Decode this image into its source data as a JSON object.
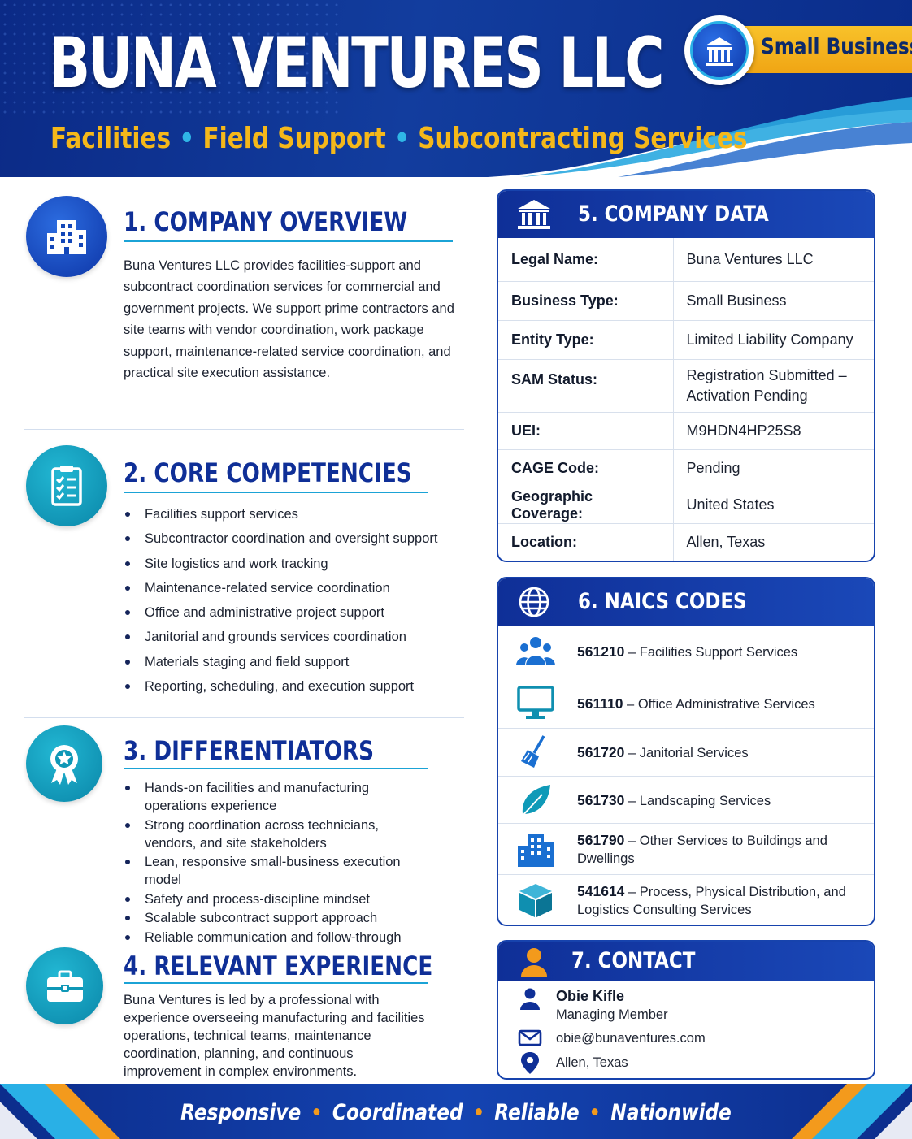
{
  "header": {
    "company_name": "BUNA VENTURES LLC",
    "tagline": [
      "Facilities",
      "Field Support",
      "Subcontracting Services"
    ],
    "badge_label": "Small Business"
  },
  "sections": {
    "overview": {
      "title": "1. COMPANY OVERVIEW",
      "text": "Buna Ventures LLC provides facilities-support and subcontract coordination services for commercial and government projects. We support prime contractors and site teams with vendor coordination, work package support, maintenance-related service coordination, and practical site execution assistance."
    },
    "competencies": {
      "title": "2. CORE COMPETENCIES",
      "items": [
        "Facilities support services",
        "Subcontractor coordination and oversight support",
        "Site logistics and work tracking",
        "Maintenance-related service coordination",
        "Office and administrative project support",
        "Janitorial and grounds services coordination",
        "Materials staging and field support",
        "Reporting, scheduling, and execution support"
      ]
    },
    "differentiators": {
      "title": "3. DIFFERENTIATORS",
      "items": [
        "Hands-on facilities and manufacturing operations experience",
        "Strong coordination across technicians, vendors, and site stakeholders",
        "Lean, responsive small-business execution model",
        "Safety and process-discipline mindset",
        "Scalable subcontract support approach",
        "Reliable communication and follow-through"
      ]
    },
    "experience": {
      "title": "4. RELEVANT EXPERIENCE",
      "text": "Buna Ventures is led by a professional with experience overseeing manufacturing and facilities operations, technical teams, maintenance coordination, planning, and continuous improvement in complex environments."
    }
  },
  "company_data": {
    "title": "5. COMPANY DATA",
    "rows": [
      {
        "label": "Legal Name:",
        "value": "Buna Ventures LLC"
      },
      {
        "label": "Business Type:",
        "value": "Small Business"
      },
      {
        "label": "Entity Type:",
        "value": "Limited Liability Company"
      },
      {
        "label": "SAM Status:",
        "value": "Registration Submitted – Activation Pending"
      },
      {
        "label": "UEI:",
        "value": "M9HDN4HP25S8"
      },
      {
        "label": "CAGE Code:",
        "value": "Pending"
      },
      {
        "label": "Geographic Coverage:",
        "value": "United States"
      },
      {
        "label": "Location:",
        "value": "Allen, Texas"
      }
    ]
  },
  "naics": {
    "title": "6. NAICS CODES",
    "codes": [
      {
        "code": "561210",
        "desc": "Facilities Support Services",
        "icon": "people-group-icon"
      },
      {
        "code": "561110",
        "desc": "Office Administrative Services",
        "icon": "monitor-icon"
      },
      {
        "code": "561720",
        "desc": "Janitorial Services",
        "icon": "broom-icon"
      },
      {
        "code": "561730",
        "desc": "Landscaping Services",
        "icon": "leaf-icon"
      },
      {
        "code": "561790",
        "desc": "Other Services to Buildings and Dwellings",
        "icon": "buildings-icon"
      },
      {
        "code": "541614",
        "desc": "Process, Physical Distribution, and Logistics Consulting Services",
        "icon": "box-icon"
      }
    ]
  },
  "contact": {
    "title": "7. CONTACT",
    "name": "Obie Kifle",
    "role": "Managing Member",
    "email": "obie@bunaventures.com",
    "location": "Allen, Texas"
  },
  "footer": {
    "words": [
      "Responsive",
      "Coordinated",
      "Reliable",
      "Nationwide"
    ]
  },
  "colors": {
    "navy": "#0f2f97",
    "gold": "#f5b81a",
    "teal": "#1ba3d6",
    "orange": "#f39a1c"
  }
}
